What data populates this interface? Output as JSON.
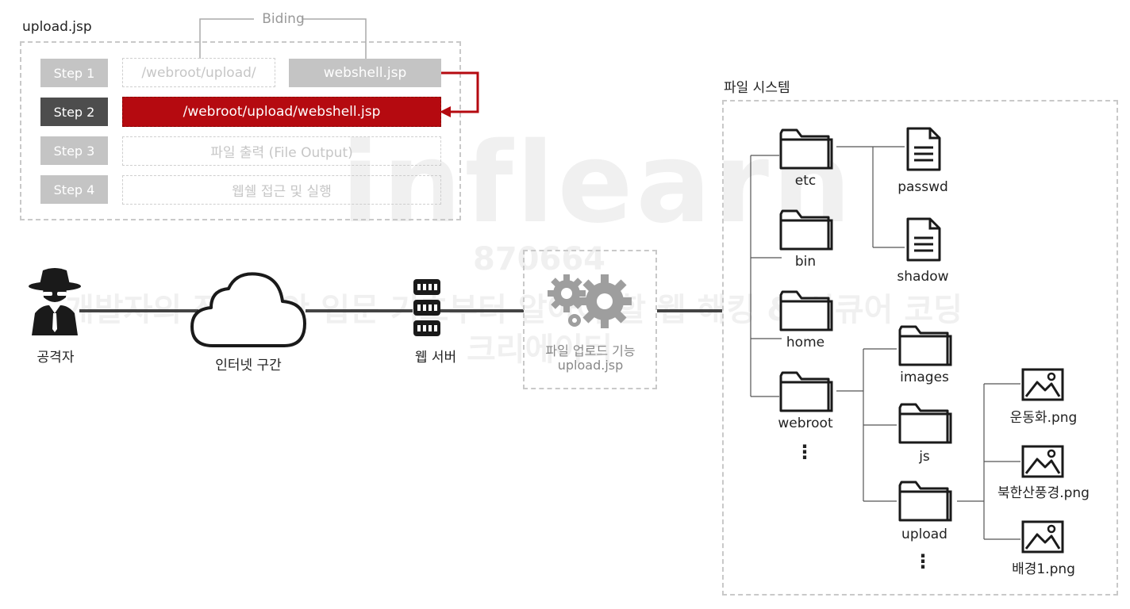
{
  "upload_panel": {
    "title": "upload.jsp",
    "binding_label": "Biding",
    "steps": [
      {
        "label": "Step 1",
        "path": "/webroot/upload/",
        "file": "webshell.jsp"
      },
      {
        "label": "Step 2",
        "content": "/webroot/upload/webshell.jsp"
      },
      {
        "label": "Step 3",
        "content": "파일 출력 (File Output)"
      },
      {
        "label": "Step 4",
        "content": "웹쉘 접근 및 실행"
      }
    ]
  },
  "flow": {
    "attacker": "공격자",
    "internet": "인터넷 구간",
    "web_server": "웹 서버",
    "upload_feature": "파일 업로드 기능",
    "upload_file": "upload.jsp"
  },
  "filesystem": {
    "title": "파일 시스템",
    "root_folders": [
      "etc",
      "bin",
      "home",
      "webroot"
    ],
    "etc_files": [
      "passwd",
      "shadow"
    ],
    "webroot_folders": [
      "images",
      "js",
      "upload"
    ],
    "upload_files": [
      "운동화.png",
      "북한산풍경.png",
      "배경1.png"
    ],
    "ellipsis": "⋮"
  },
  "watermark": {
    "brand": "inflearn",
    "id": "870664",
    "course_line1": "개발자의 정보보안 입문 기초부터 알아야 할 웹 해킹 & 시큐어 코딩",
    "course_line2": "크리에이터"
  },
  "colors": {
    "accent_red": "#b50a10",
    "step_grey": "#c4c4c4",
    "step_active": "#4d4d4d",
    "dash_grey": "#c9c9c9"
  }
}
